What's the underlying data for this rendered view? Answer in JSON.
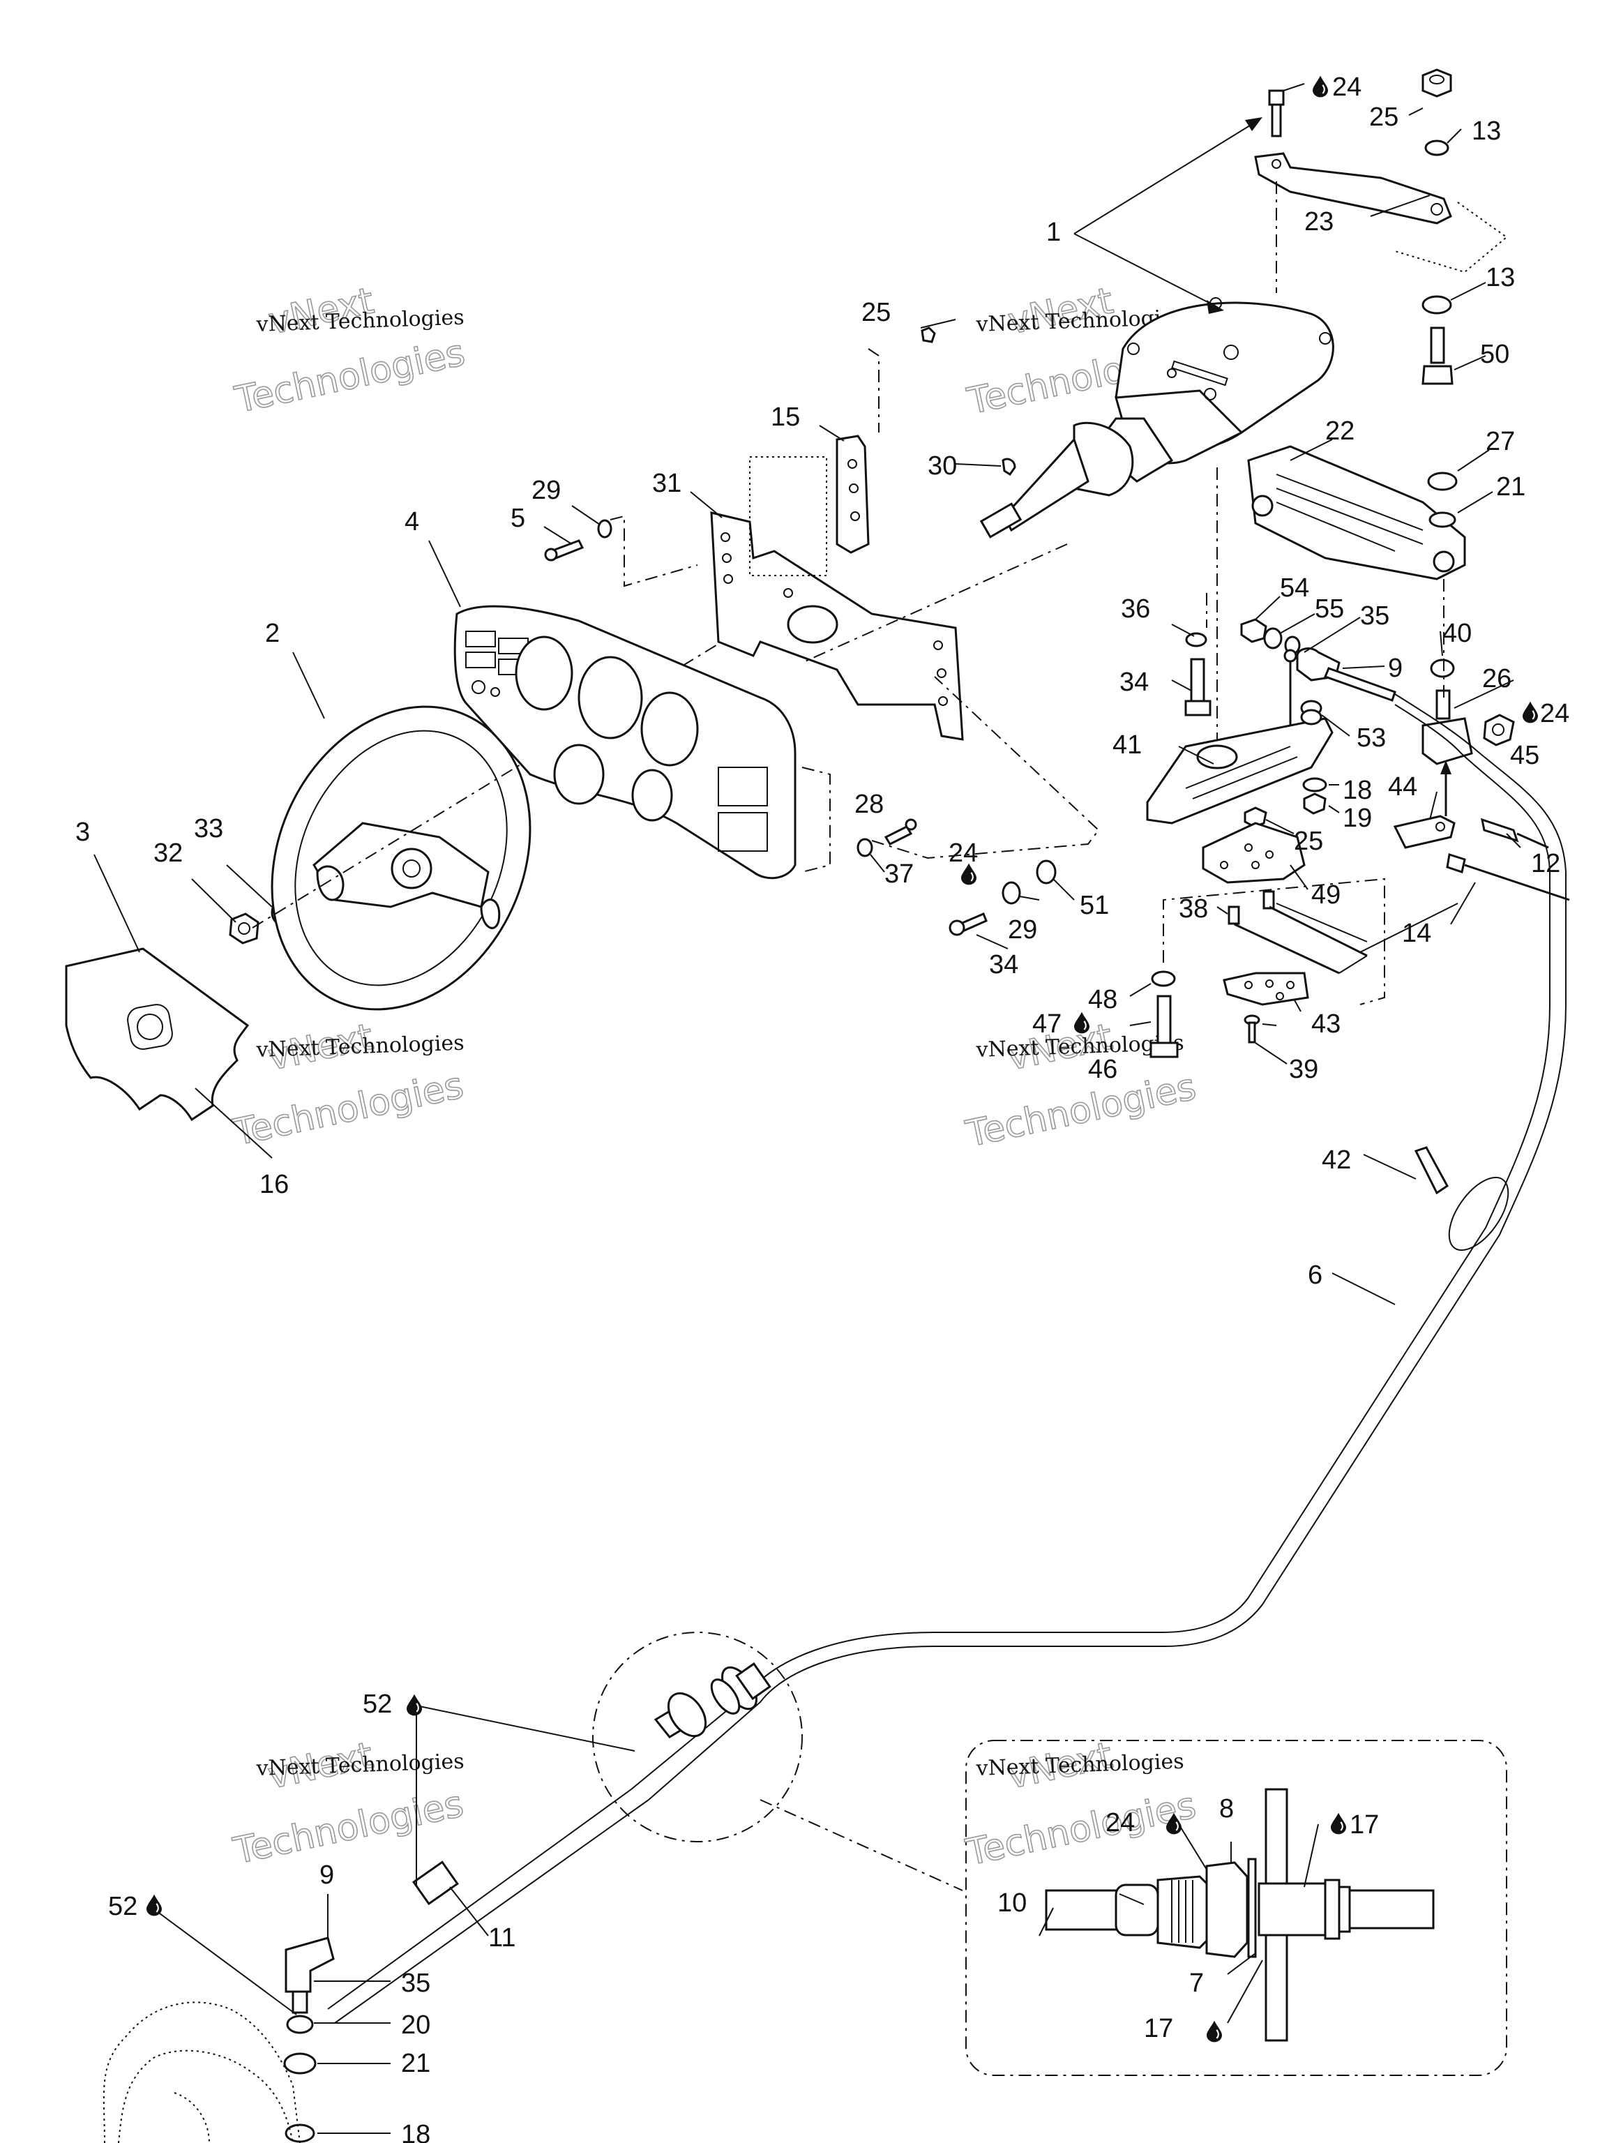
{
  "watermark": {
    "line1": "vNext Technologies",
    "line2": "vNext",
    "line3": "Technologies"
  },
  "callouts": {
    "c1": "1",
    "c2": "2",
    "c3": "3",
    "c4": "4",
    "c5": "5",
    "c6": "6",
    "c7": "7",
    "c8": "8",
    "c9a": "9",
    "c9b": "9",
    "c10": "10",
    "c11": "11",
    "c12": "12",
    "c13a": "13",
    "c13b": "13",
    "c14": "14",
    "c15": "15",
    "c16": "16",
    "c17a": "17",
    "c17b": "17",
    "c18a": "18",
    "c18b": "18",
    "c19": "19",
    "c20": "20",
    "c21a": "21",
    "c21b": "21",
    "c22": "22",
    "c23": "23",
    "c24a": "24",
    "c24b": "24",
    "c24c": "24",
    "c24d": "24",
    "c25a": "25",
    "c25b": "25",
    "c25c": "25",
    "c26": "26",
    "c27": "27",
    "c28": "28",
    "c29a": "29",
    "c29b": "29",
    "c30": "30",
    "c31": "31",
    "c32": "32",
    "c33": "33",
    "c34a": "34",
    "c34b": "34",
    "c35a": "35",
    "c35b": "35",
    "c36": "36",
    "c37": "37",
    "c38": "38",
    "c39": "39",
    "c40": "40",
    "c41": "41",
    "c42": "42",
    "c43": "43",
    "c44": "44",
    "c45": "45",
    "c46": "46",
    "c47": "47",
    "c48": "48",
    "c49": "49",
    "c50": "50",
    "c51": "51",
    "c52a": "52",
    "c52b": "52",
    "c53": "53",
    "c54": "54",
    "c55": "55"
  },
  "icons": {
    "sealant": "drop-icon"
  }
}
